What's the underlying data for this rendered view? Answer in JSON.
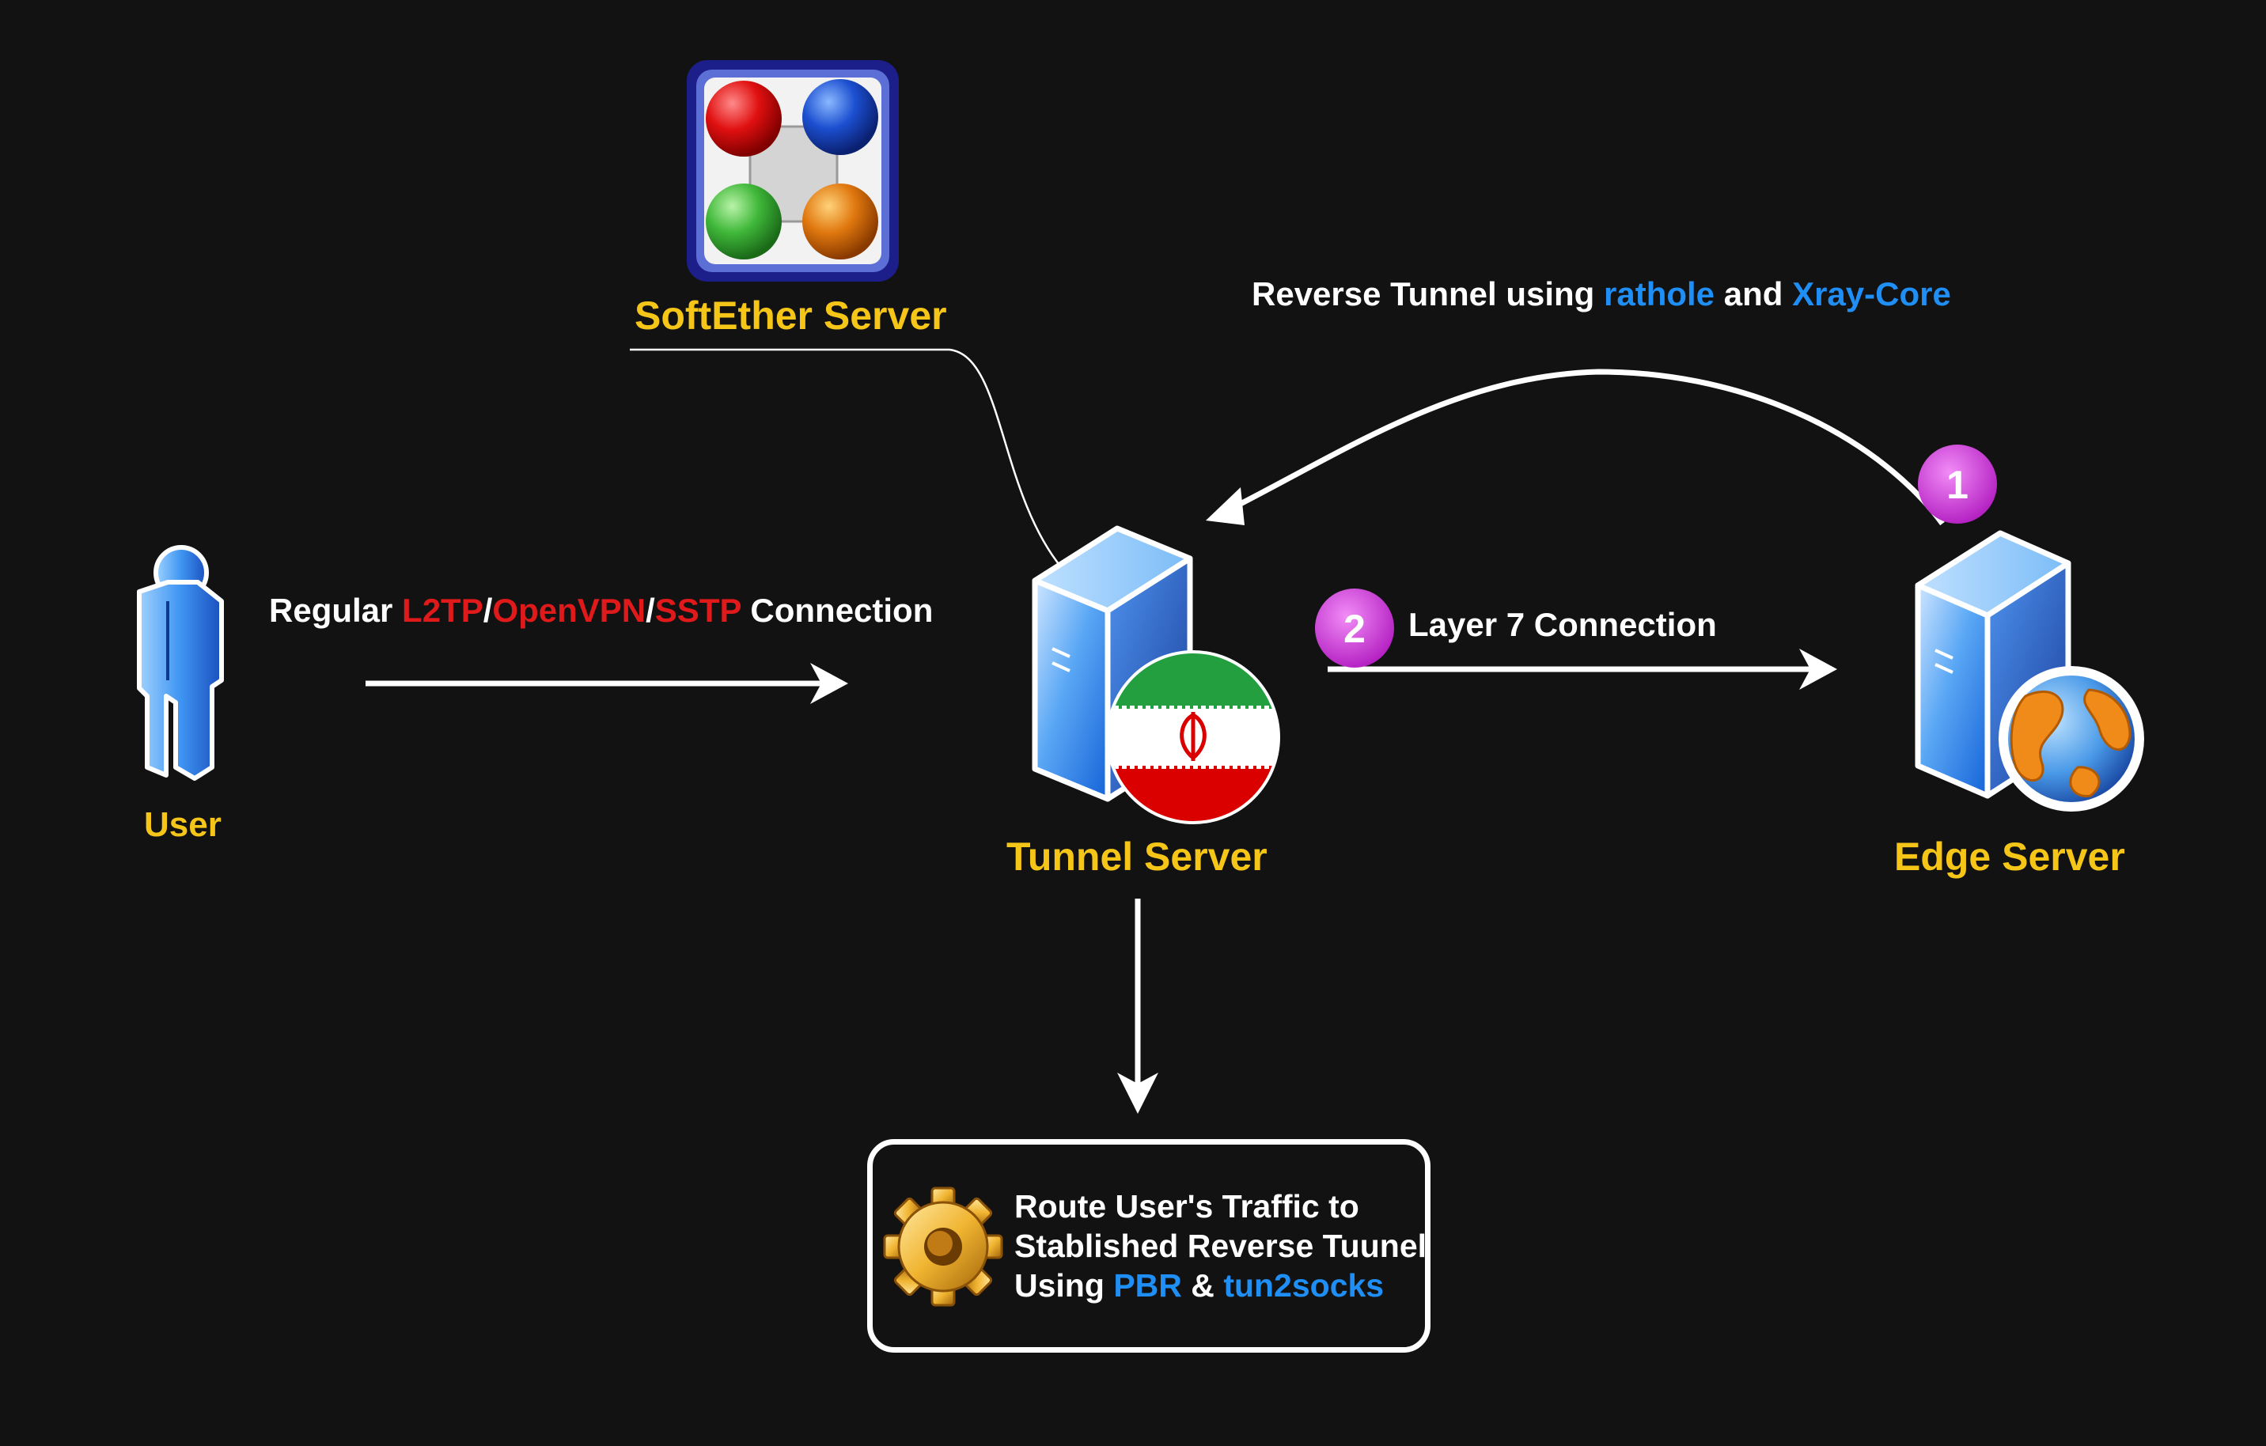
{
  "colors": {
    "background": "#121212",
    "node_label": "#f5c518",
    "protocol_red": "#e0191b",
    "tool_blue": "#1f8ef5",
    "step_badge": "#c625d0",
    "arrows": "#ffffff"
  },
  "nodes": {
    "user": {
      "label": "User",
      "icon": "user-icon"
    },
    "softether": {
      "label": "SoftEther Server",
      "icon": "softether-logo-icon"
    },
    "tunnel": {
      "label": "Tunnel Server",
      "icon": "server-iran-flag-icon"
    },
    "edge": {
      "label": "Edge Server",
      "icon": "server-globe-icon"
    }
  },
  "connections": {
    "user_to_tunnel": {
      "prefix": "Regular",
      "protocol1": "L2TP",
      "sep1": "/",
      "protocol2": "OpenVPN",
      "sep2": "/",
      "protocol3": "SSTP",
      "suffix": "Connection"
    },
    "reverse_tunnel": {
      "prefix": "Reverse Tunnel using",
      "tool1": "rathole",
      "conjunction": "and",
      "tool2": "Xray-Core",
      "step": "1"
    },
    "layer7": {
      "label": "Layer 7 Connection",
      "step": "2"
    }
  },
  "route_box": {
    "icon": "gear-icon",
    "line1": "Route User's Traffic to",
    "line2": "Stablished Reverse Tuunel",
    "line3_prefix": "Using",
    "tool1": "PBR",
    "amp": "&",
    "tool2": "tun2socks"
  }
}
